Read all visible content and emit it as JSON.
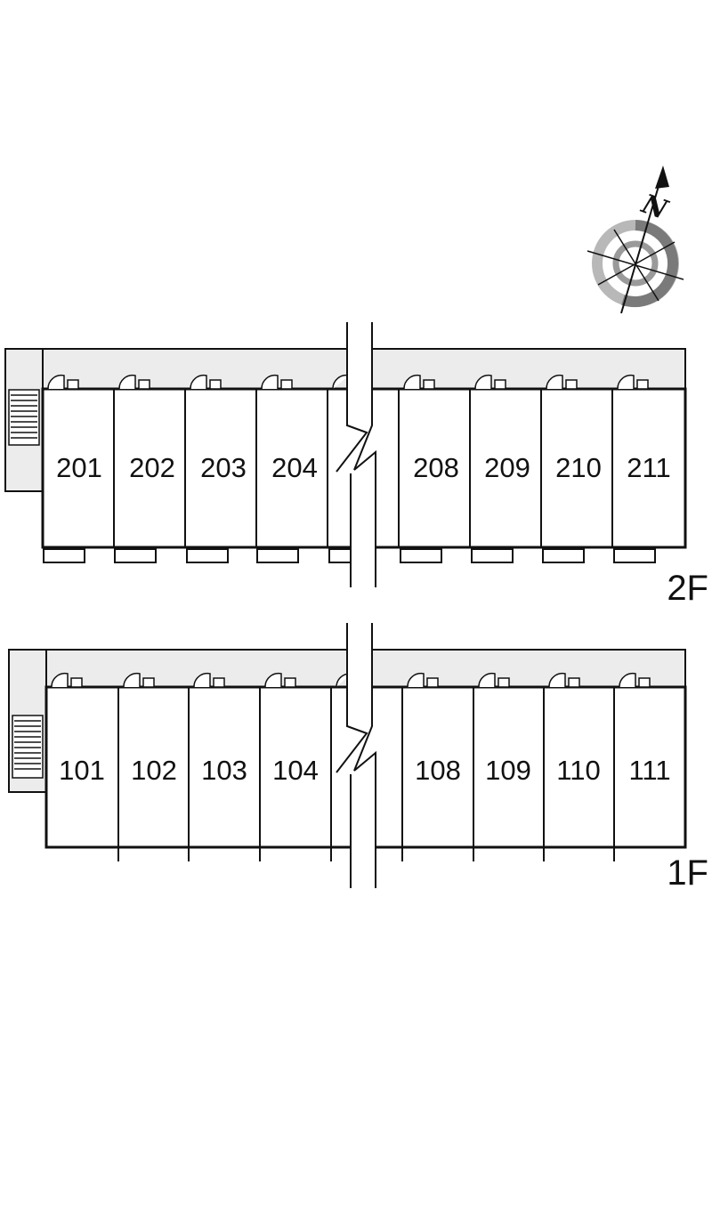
{
  "floors": [
    {
      "label": "2F",
      "units": [
        "201",
        "202",
        "203",
        "204",
        "208",
        "209",
        "210",
        "211"
      ]
    },
    {
      "label": "1F",
      "units": [
        "101",
        "102",
        "103",
        "104",
        "108",
        "109",
        "110",
        "111"
      ]
    }
  ],
  "compass": {
    "north_label": "N",
    "icon": "compass-icon"
  },
  "colors": {
    "corridor": "#ececec",
    "wall": "#111111",
    "background": "#ffffff",
    "compass_ring": "#7a7a7a",
    "compass_ring_light": "#b8b8b8"
  }
}
